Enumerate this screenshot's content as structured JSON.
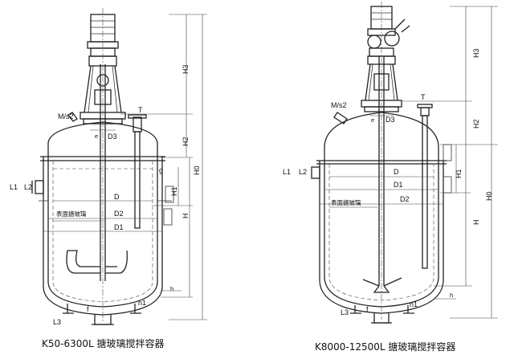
{
  "left_vessel": {
    "caption": "K50-6300L 搪玻璃搅拌容器",
    "labels": {
      "ms2": "M/s2",
      "e": "e",
      "d3": "D3",
      "t": "T",
      "h3": "H3",
      "h2": "H2",
      "h0": "H0",
      "h1": "H1",
      "h": "H",
      "g": "g",
      "l1": "L1",
      "l2": "L2",
      "d": "D",
      "d2": "D2",
      "d1": "D1",
      "surface": "表面搪玻璃",
      "h_small": "h",
      "f": "f",
      "n1": "n1",
      "l3": "L3"
    }
  },
  "right_vessel": {
    "caption": "K8000-12500L 搪玻璃搅拌容器",
    "labels": {
      "ms2": "M/s2",
      "e": "e",
      "d3": "D3",
      "t": "T",
      "h3": "H3",
      "h2": "H2",
      "h0": "H0",
      "h1": "H1",
      "h": "H",
      "l1": "L1",
      "l2": "L2",
      "d": "D",
      "d1": "D1",
      "d2": "D2",
      "surface": "表面搪玻璃",
      "h_small": "h",
      "f": "f",
      "n1": "n1",
      "l3": "L3"
    }
  }
}
